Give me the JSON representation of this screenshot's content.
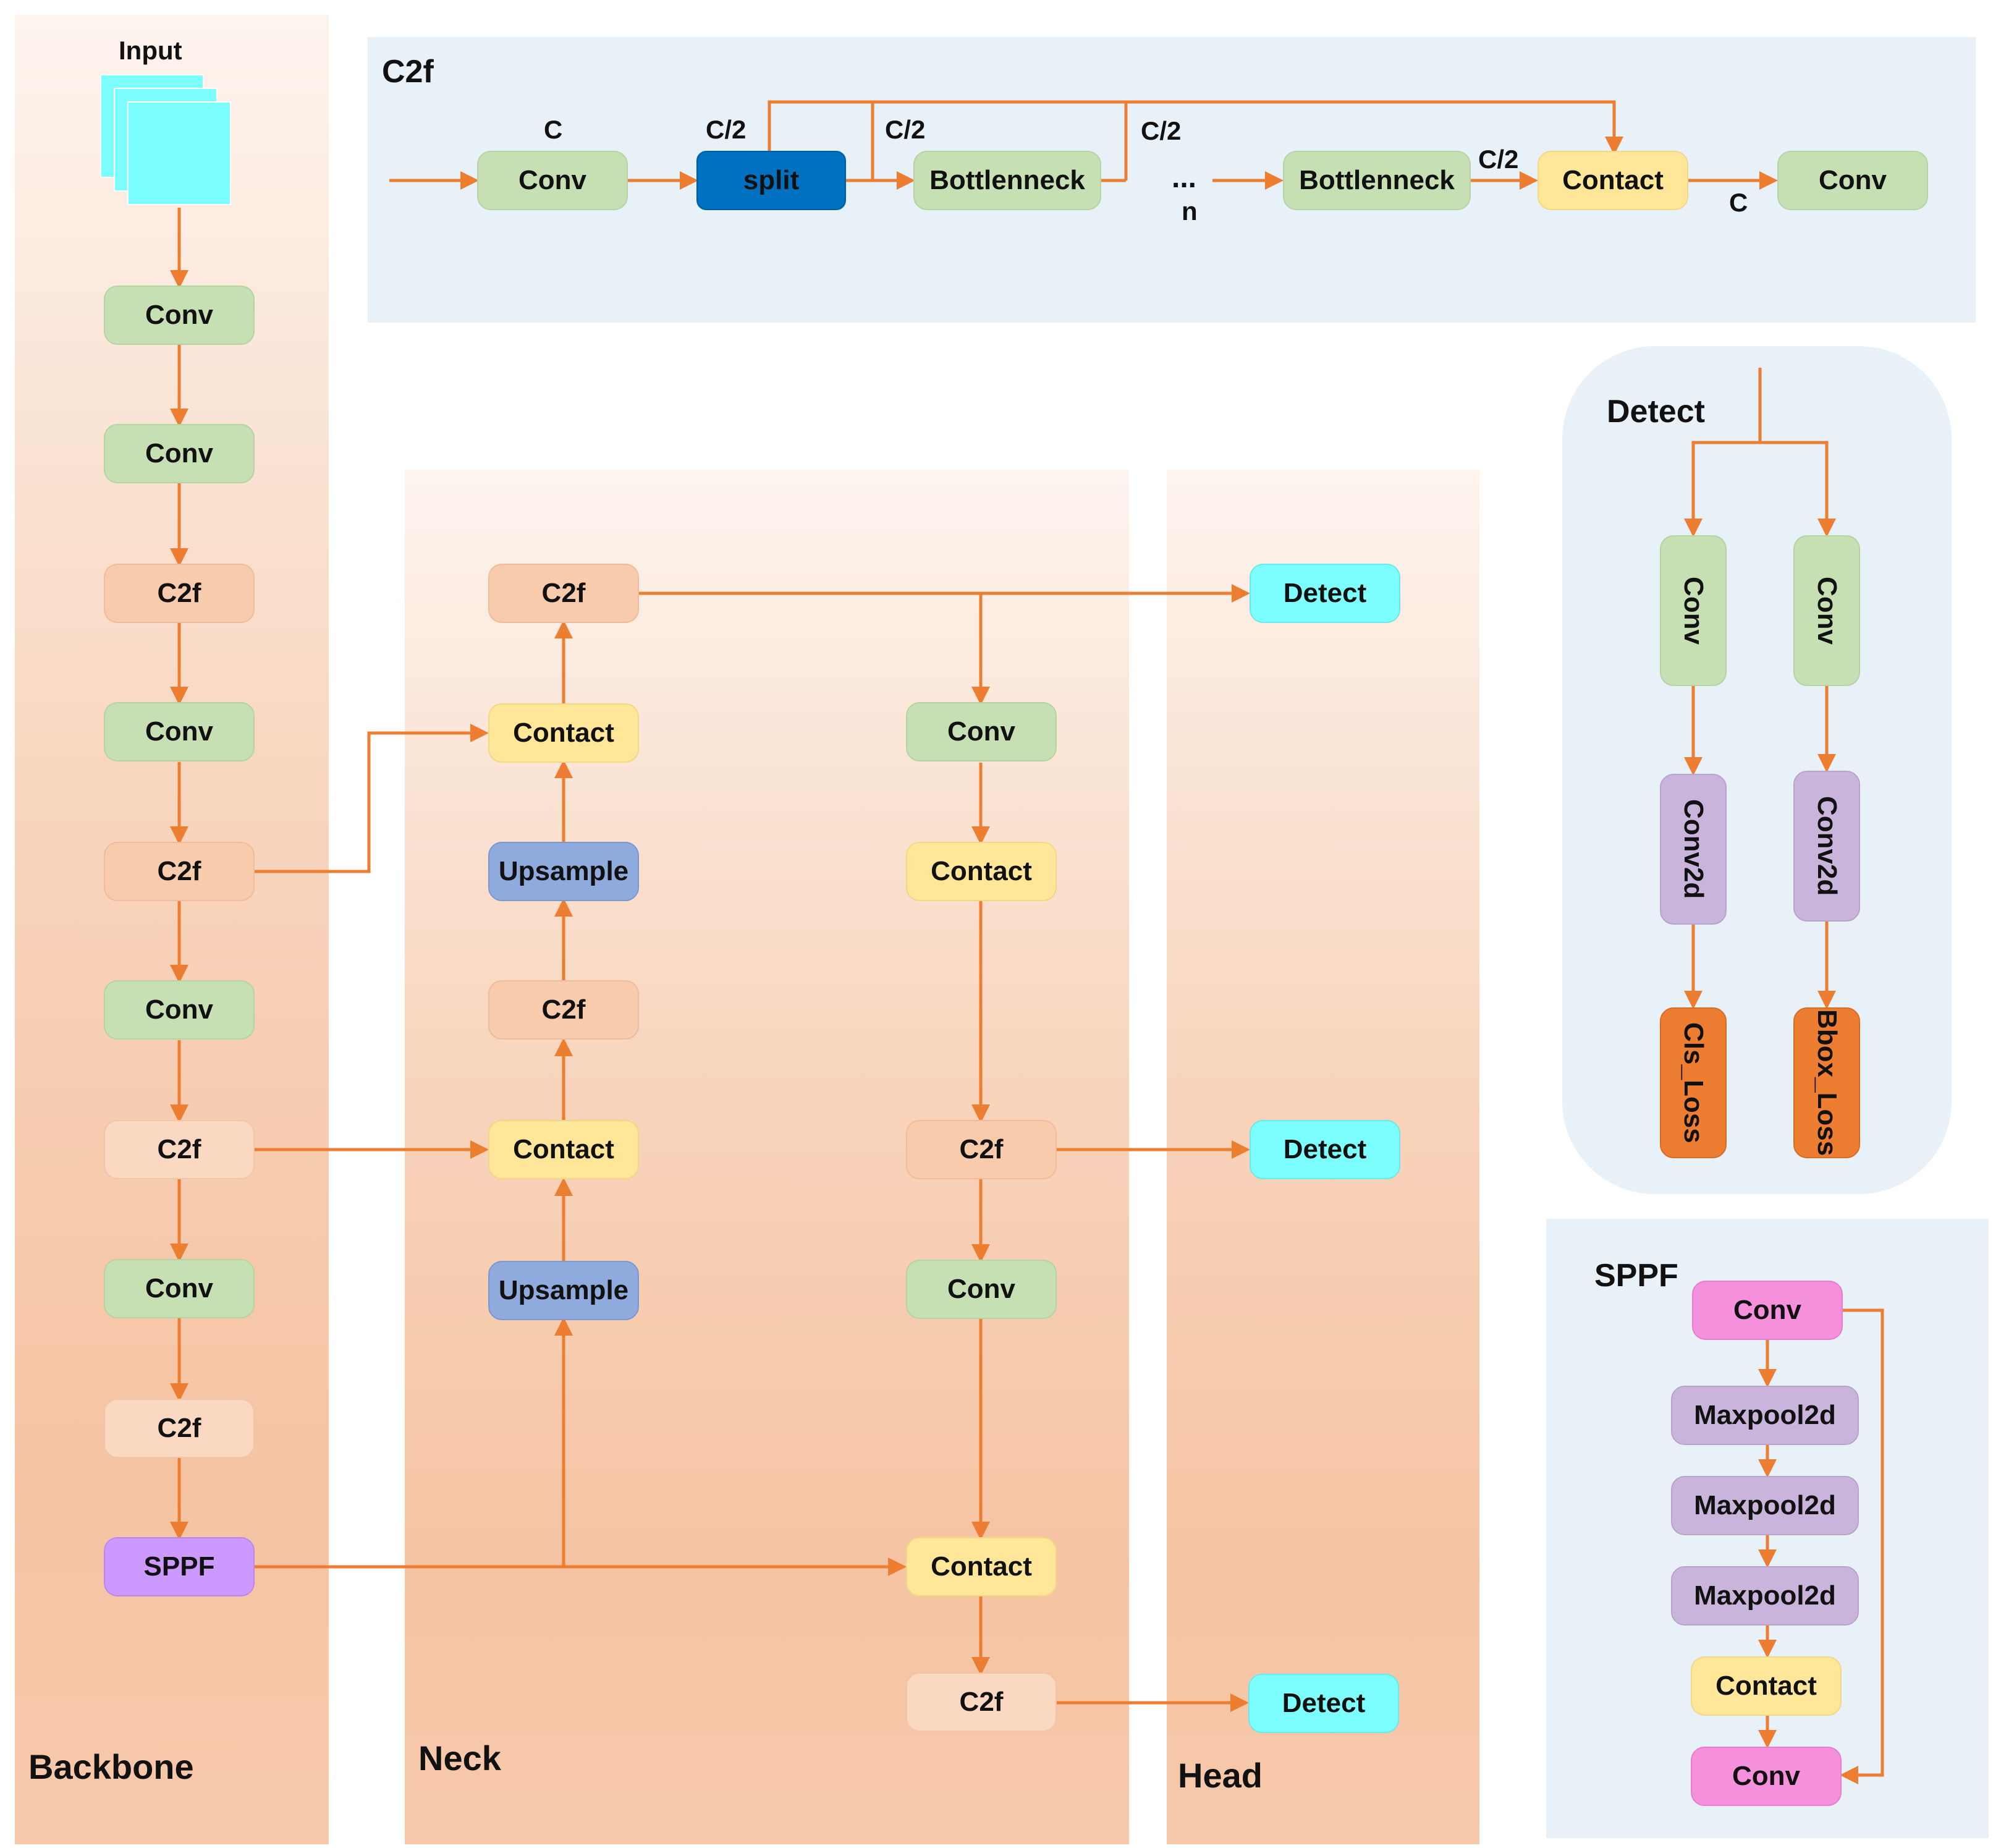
{
  "sections": {
    "backbone": "Backbone",
    "neck": "Neck",
    "head": "Head",
    "c2f": "C2f",
    "detect": "Detect",
    "sppf": "SPPF"
  },
  "input_label": "Input",
  "backbone": [
    "Conv",
    "Conv",
    "C2f",
    "Conv",
    "C2f",
    "Conv",
    "C2f",
    "Conv",
    "C2f",
    "SPPF"
  ],
  "neck": {
    "left": [
      "C2f",
      "Contact",
      "Upsample",
      "C2f",
      "Contact",
      "Upsample"
    ],
    "right": [
      "Conv",
      "Contact",
      "C2f",
      "Conv",
      "Contact",
      "C2f"
    ]
  },
  "head": [
    "Detect",
    "Detect",
    "Detect"
  ],
  "c2f_module": {
    "blocks": [
      "Conv",
      "split",
      "Bottlenneck",
      "Bottlenneck",
      "Contact",
      "Conv"
    ],
    "labels": [
      "C",
      "C/2",
      "C/2",
      "C/2",
      "C/2",
      "C"
    ],
    "ellipsis": "...",
    "n": "n"
  },
  "detect_module": {
    "left": [
      "Conv",
      "Conv2d",
      "Cls_Loss"
    ],
    "right": [
      "Conv",
      "Conv2d",
      "Bbox_Loss"
    ]
  },
  "sppf_module": [
    "Conv",
    "Maxpool2d",
    "Maxpool2d",
    "Maxpool2d",
    "Contact",
    "Conv"
  ],
  "colors": {
    "arrow": "#ed7d31",
    "conv": "#c6e0b4",
    "c2f": "#f8cbad",
    "contact": "#ffe699",
    "upsample": "#8faadc",
    "detect": "#7dffff",
    "sppf": "#cc99ff",
    "split": "#0070c0",
    "maxpool": "#c9b4db",
    "sppf_conv": "#f590dc",
    "loss": "#ed7d31",
    "panel_blue": "#e8f1f8"
  }
}
